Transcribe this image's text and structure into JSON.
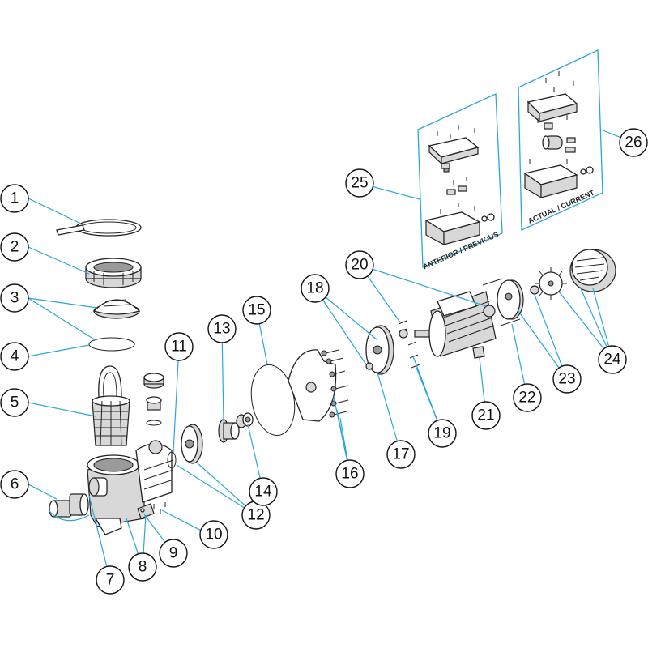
{
  "callouts": [
    {
      "id": "1",
      "label": "1"
    },
    {
      "id": "2",
      "label": "2"
    },
    {
      "id": "3",
      "label": "3"
    },
    {
      "id": "4",
      "label": "4"
    },
    {
      "id": "5",
      "label": "5"
    },
    {
      "id": "6",
      "label": "6"
    },
    {
      "id": "7",
      "label": "7"
    },
    {
      "id": "8",
      "label": "8"
    },
    {
      "id": "9",
      "label": "9"
    },
    {
      "id": "10",
      "label": "10"
    },
    {
      "id": "11",
      "label": "11"
    },
    {
      "id": "12",
      "label": "12"
    },
    {
      "id": "13",
      "label": "13"
    },
    {
      "id": "14",
      "label": "14"
    },
    {
      "id": "15",
      "label": "15"
    },
    {
      "id": "16",
      "label": "16"
    },
    {
      "id": "17",
      "label": "17"
    },
    {
      "id": "18",
      "label": "18"
    },
    {
      "id": "19",
      "label": "19"
    },
    {
      "id": "20",
      "label": "20"
    },
    {
      "id": "21",
      "label": "21"
    },
    {
      "id": "22",
      "label": "22"
    },
    {
      "id": "23",
      "label": "23"
    },
    {
      "id": "24",
      "label": "24"
    },
    {
      "id": "25",
      "label": "25"
    },
    {
      "id": "26",
      "label": "26"
    }
  ],
  "panels": {
    "previous_label": "ANTERIOR / PREVIOUS",
    "current_label": "ACTUAL / CURRENT"
  },
  "colors": {
    "leader_line": "#2aa7d6",
    "outline": "#222222"
  }
}
